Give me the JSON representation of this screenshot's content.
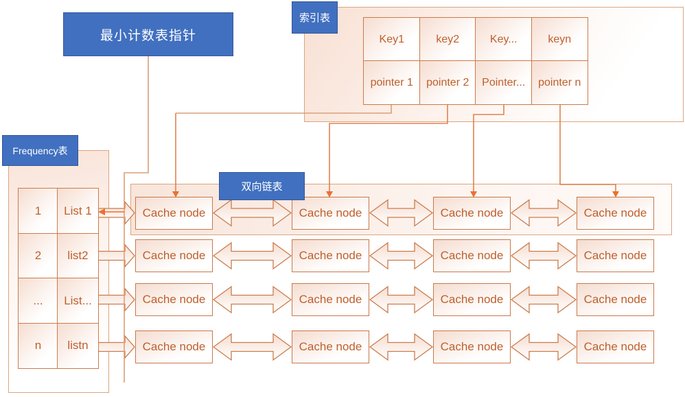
{
  "labels": {
    "min_pointer": "最小计数表指针",
    "index_table": "索引表",
    "frequency_table": "Frequency表",
    "doubly_linked_list": "双向链表"
  },
  "index_table": {
    "keys": [
      "Key1",
      "key2",
      "Key...",
      "keyn"
    ],
    "pointers": [
      "pointer 1",
      "pointer 2",
      "Pointer...",
      "pointer n"
    ]
  },
  "frequency_table": {
    "rows": [
      {
        "count": "1",
        "list": "List 1"
      },
      {
        "count": "2",
        "list": "list2"
      },
      {
        "count": "...",
        "list": "List..."
      },
      {
        "count": "n",
        "list": "listn"
      }
    ]
  },
  "cache_grid": {
    "node_label": "Cache node",
    "rows": 4,
    "cols": 4
  },
  "colors": {
    "accent_blue": "#4170c0",
    "arrow_orange": "#e97132",
    "line_tan": "#d9a078",
    "line_orange": "#e0824e",
    "text_orange": "#be5f2c"
  }
}
